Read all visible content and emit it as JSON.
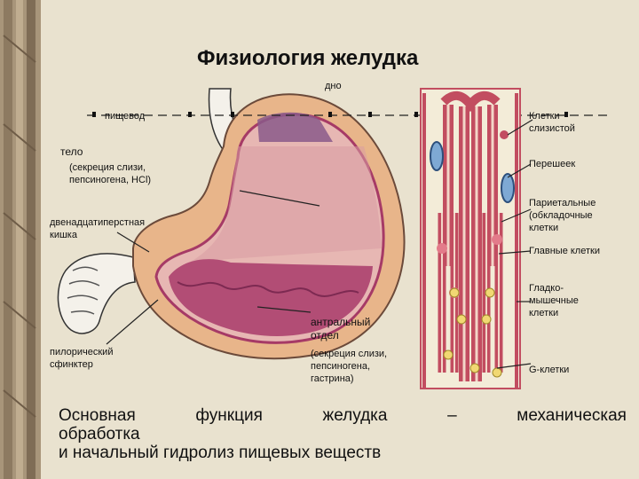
{
  "title": "Физиология желудка",
  "labels": {
    "fundus": "дно",
    "esophagus": "пищевод",
    "body": "тело",
    "body_note": "(секреция слизи,\nпепсиногена, HCl)",
    "duodenum": "двенадцатиперстная\nкишка",
    "pyloric_sphincter": "пилорический\nсфинктер",
    "antrum": "антральный\nотдел",
    "antrum_note": "(секреция слизи,\nпепсиногена,\nгастрина)",
    "mucous_cells": "Клетки\nслизистой",
    "isthmus": "Перешеек",
    "parietal_cells": "Париетальные\n(обкладочные\nклетки",
    "chief_cells": "Главные клетки",
    "smooth_muscle": "Гладко-\nмышечные\nклетки",
    "g_cells": "G-клетки"
  },
  "caption": {
    "words": [
      "Основная",
      "функция",
      "желудка",
      "–",
      "механическая"
    ],
    "line2": "обработка",
    "line3": "и начальный гидролиз пищевых веществ"
  },
  "colors": {
    "background": "#e9e2cf",
    "stomach_outer": "#e8b58a",
    "stomach_inner": "#e7b7b3",
    "mucosa": "#a63a66",
    "fundus_gas": "#8a5a8a",
    "gland_cells": "#c7616b",
    "g_cell": "#f1d873"
  }
}
